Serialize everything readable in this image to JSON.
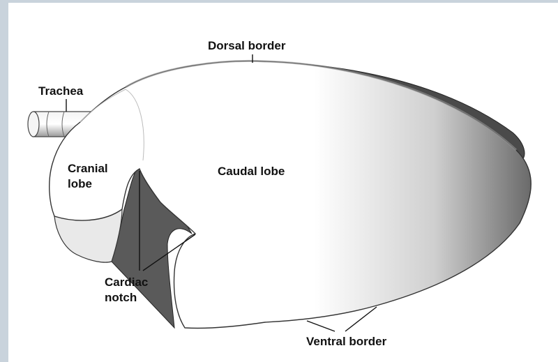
{
  "labels": {
    "dorsal_border": "Dorsal border",
    "trachea": "Trachea",
    "cranial_lobe_line1": "Cranial",
    "cranial_lobe_line2": "lobe",
    "caudal_lobe": "Caudal lobe",
    "cardiac_notch_line1": "Cardiac",
    "cardiac_notch_line2": "notch",
    "ventral_border": "Ventral border"
  },
  "colors": {
    "background": "#ffffff",
    "frame_edge": "#c9d3dc",
    "organ_fill": "#ffffff",
    "organ_shadow": "#3a3a3a",
    "leader_line": "#111111"
  }
}
